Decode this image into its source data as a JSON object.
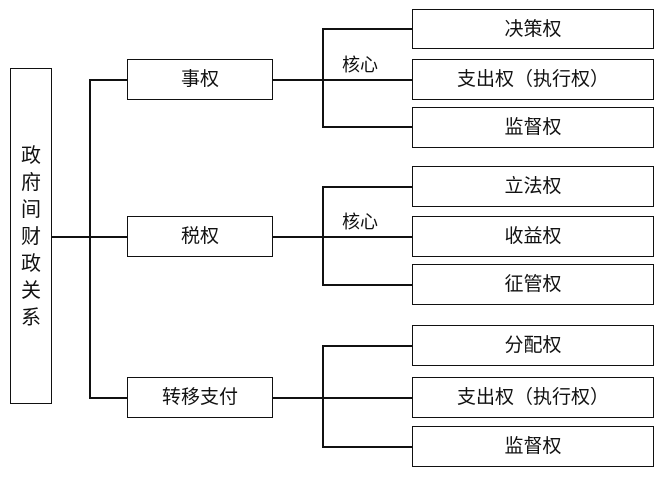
{
  "root": {
    "title_chars": [
      "政",
      "府",
      "间",
      "财",
      "政",
      "关",
      "系"
    ]
  },
  "branches": [
    {
      "label": "事权",
      "core_label": "核心",
      "children": [
        "决策权",
        "支出权（执行权）",
        "监督权"
      ]
    },
    {
      "label": "税权",
      "core_label": "核心",
      "children": [
        "立法权",
        "收益权",
        "征管权"
      ]
    },
    {
      "label": "转移支付",
      "children": [
        "分配权",
        "支出权（执行权）",
        "监督权"
      ]
    }
  ]
}
